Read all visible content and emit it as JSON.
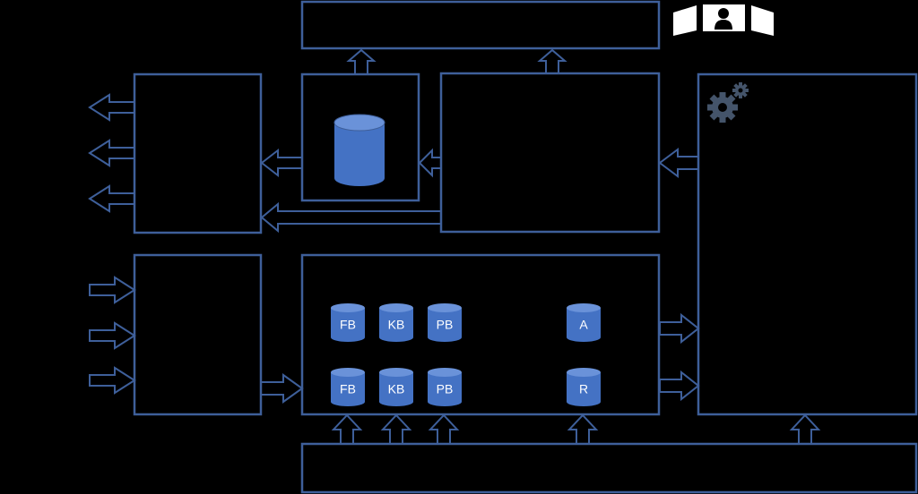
{
  "diagram": {
    "colors": {
      "background": "#000000",
      "stroke": "#3e5f9a",
      "cylinder_fill": "#4472c4",
      "cylinder_top": "#5b84cf",
      "gear": "#44546a",
      "person_icon": "#ffffff"
    },
    "cylinder_labels": {
      "fb_top": "FB",
      "kb_top": "KB",
      "pb_top": "PB",
      "a": "A",
      "fb_bottom": "FB",
      "kb_bottom": "KB",
      "pb_bottom": "PB",
      "r": "R"
    },
    "icons": [
      "database-icon",
      "gear-icon",
      "video-conference-icon"
    ]
  }
}
